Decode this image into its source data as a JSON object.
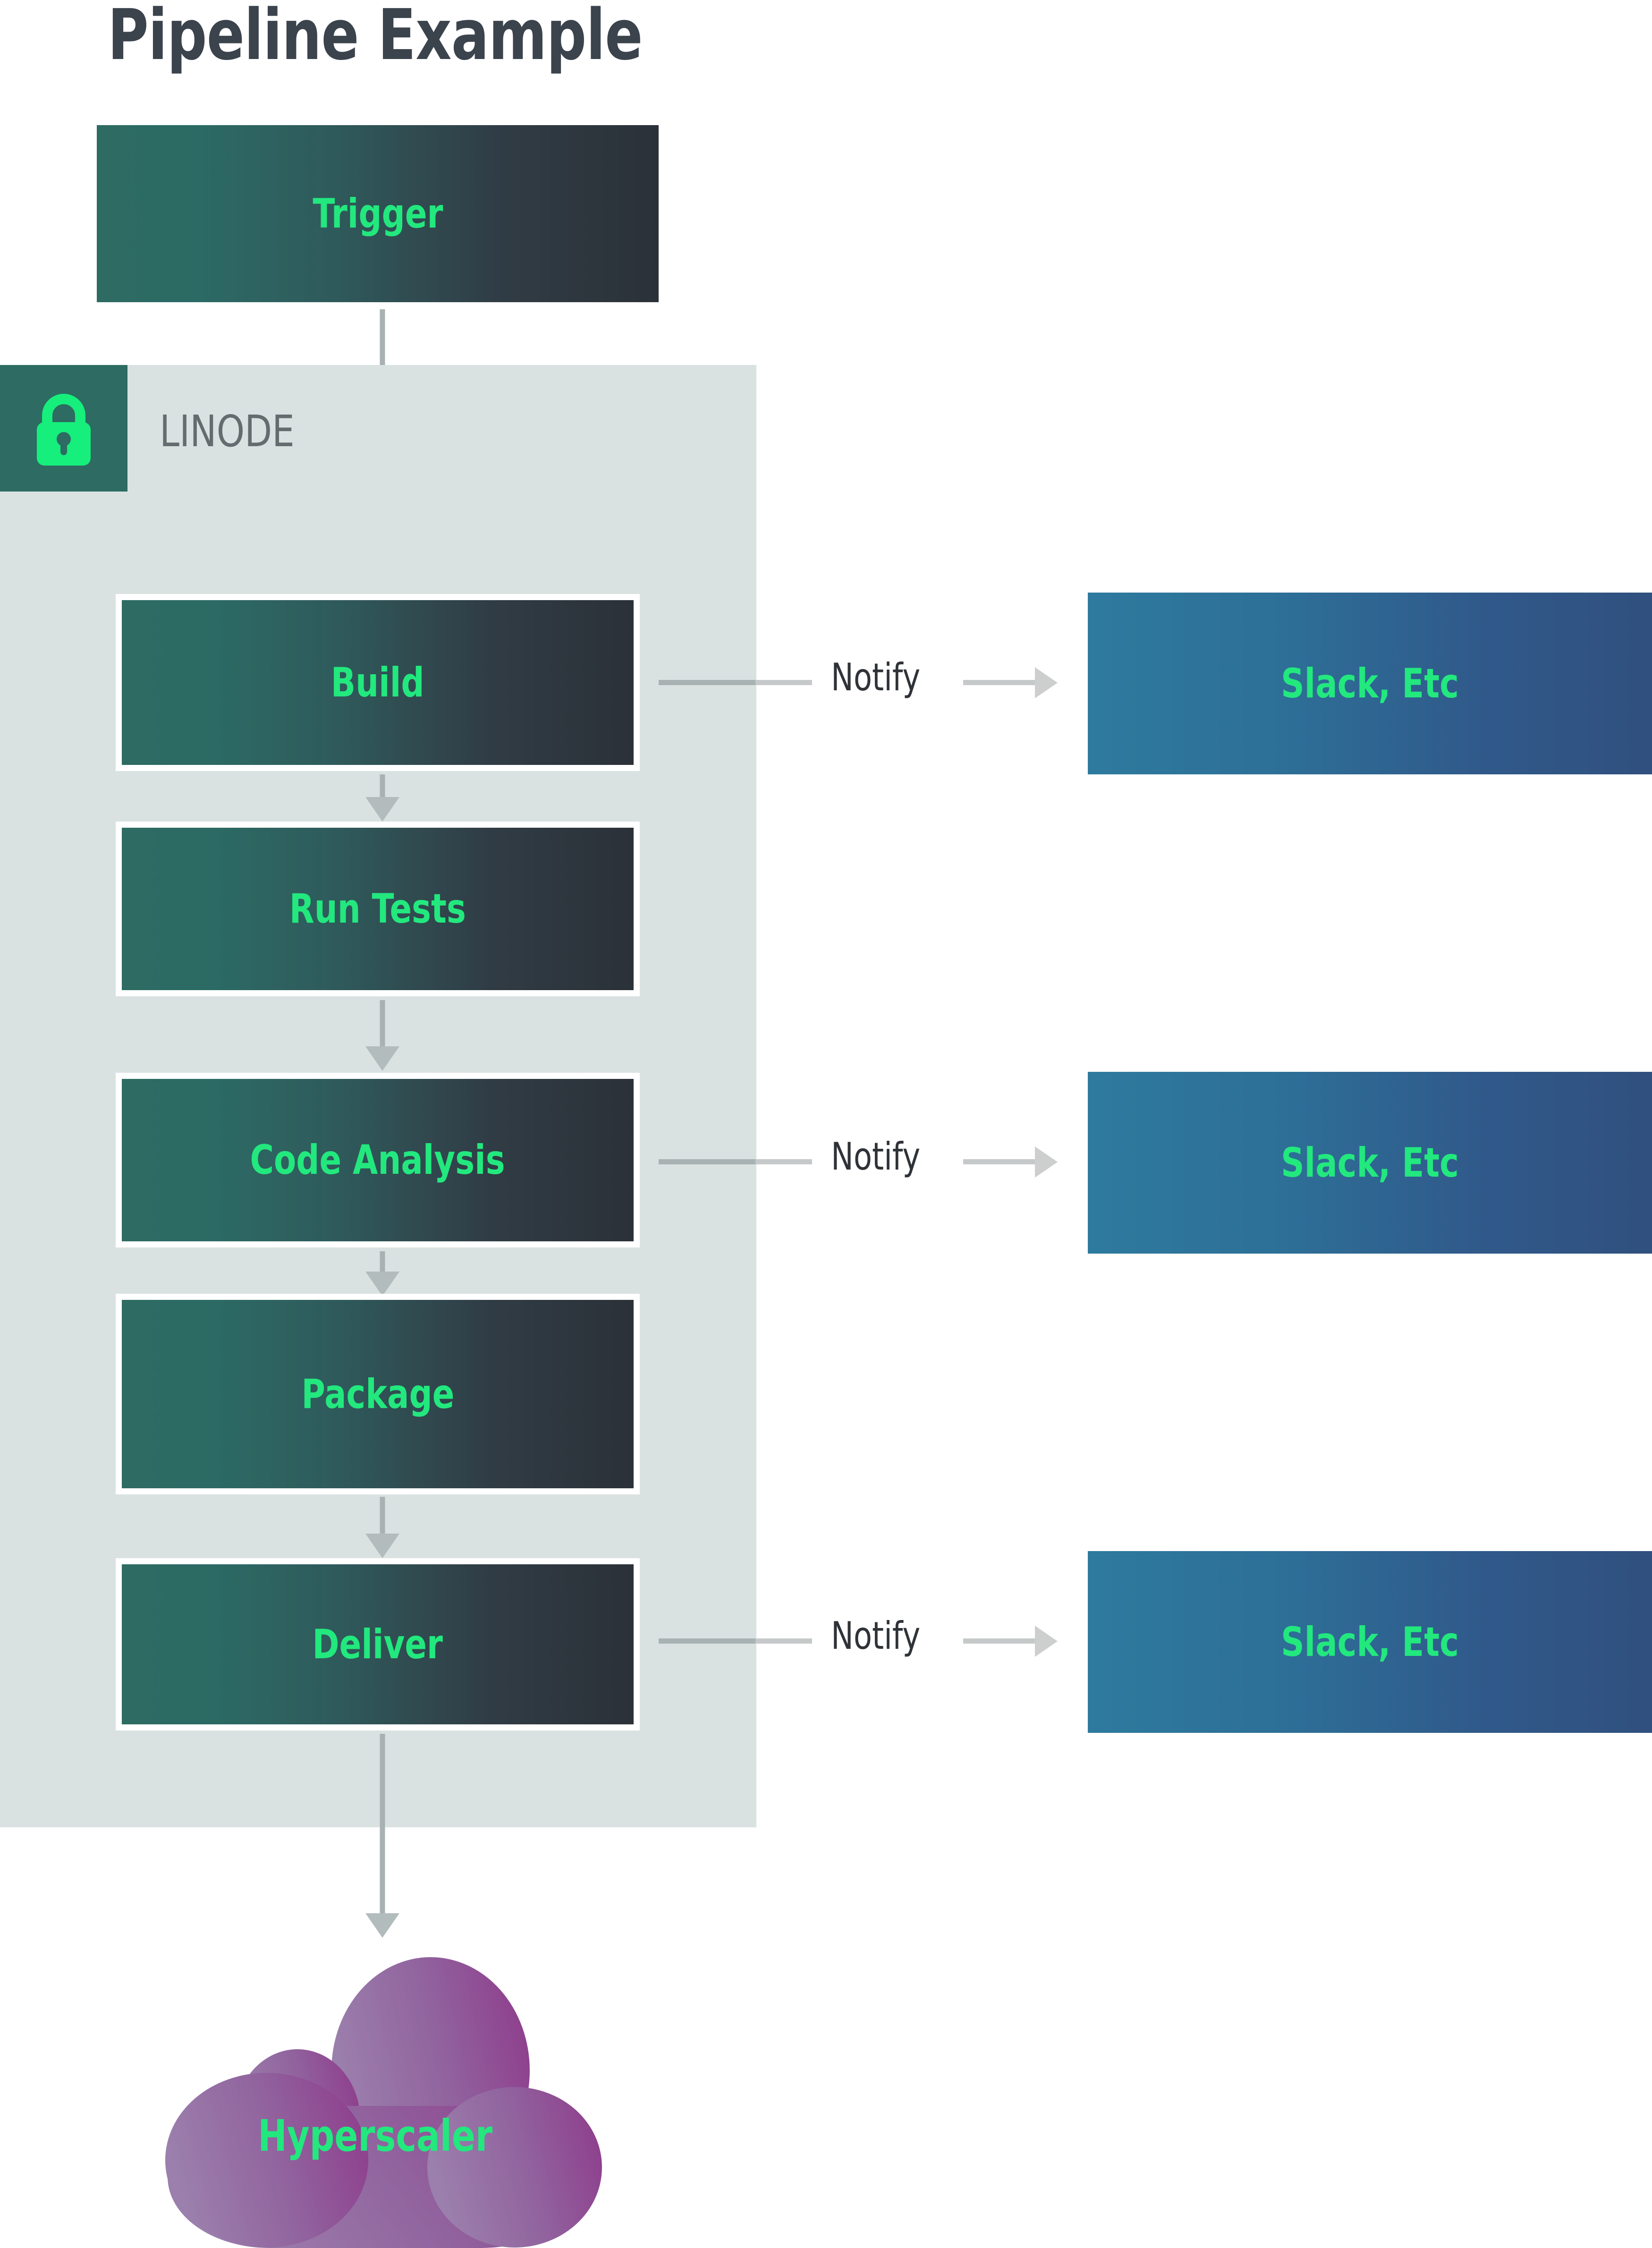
{
  "title": "Pipeline Example",
  "colors": {
    "accent_green": "#22e87e",
    "zone_background": "#d9e2e1",
    "lock_tile": "#2d6b63",
    "node_gradient_start": "#2d6b63",
    "node_gradient_end": "#2b3138",
    "notify_gradient_start": "#2e7a9e",
    "notify_gradient_end": "#30507f",
    "cloud_gradient_start": "#9b7fac",
    "cloud_gradient_end": "#8e3b8b",
    "arrow": "#b3bcbc",
    "title_text": "#3b434d",
    "zone_label_text": "#636d6f"
  },
  "trigger": {
    "label": "Trigger"
  },
  "zone": {
    "label": "LINODE",
    "lock_icon": "lock-icon"
  },
  "stages": [
    {
      "label": "Build"
    },
    {
      "label": "Run Tests"
    },
    {
      "label": "Code Analysis"
    },
    {
      "label": "Package"
    },
    {
      "label": "Deliver"
    }
  ],
  "notifications": [
    {
      "edge_label": "Notify",
      "target_label": "Slack, Etc",
      "source": "Build"
    },
    {
      "edge_label": "Notify",
      "target_label": "Slack, Etc",
      "source": "Code Analysis"
    },
    {
      "edge_label": "Notify",
      "target_label": "Slack, Etc",
      "source": "Deliver"
    }
  ],
  "cloud": {
    "label": "Hyperscaler"
  }
}
